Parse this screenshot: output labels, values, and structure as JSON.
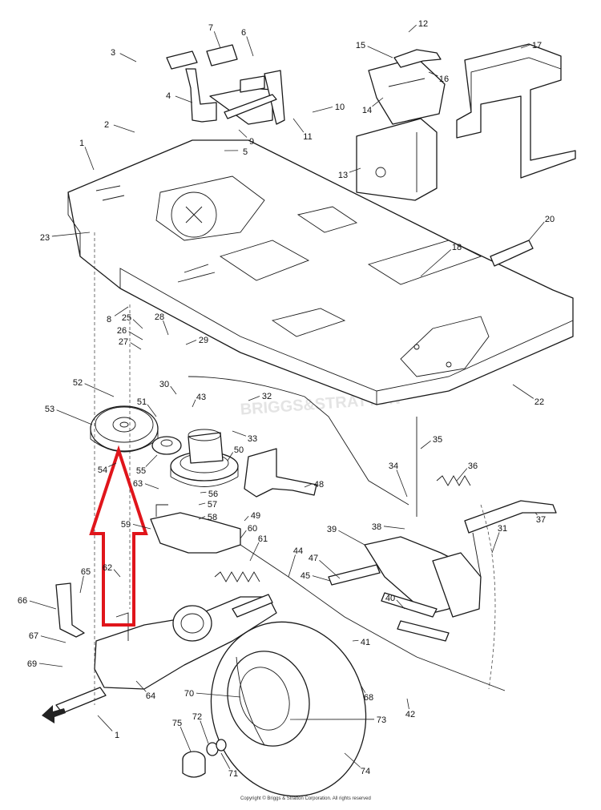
{
  "callouts": [
    "1",
    "2",
    "3",
    "4",
    "5",
    "6",
    "7",
    "8",
    "9",
    "10",
    "11",
    "12",
    "13",
    "14",
    "15",
    "16",
    "17",
    "18",
    "20",
    "22",
    "23",
    "25",
    "26",
    "27",
    "28",
    "29",
    "30",
    "31",
    "32",
    "33",
    "34",
    "35",
    "36",
    "37",
    "38",
    "39",
    "40",
    "41",
    "42",
    "43",
    "44",
    "45",
    "47",
    "48",
    "49",
    "50",
    "51",
    "52",
    "53",
    "54",
    "55",
    "56",
    "57",
    "58",
    "59",
    "60",
    "61",
    "62",
    "63",
    "64",
    "65",
    "66",
    "67",
    "68",
    "69",
    "70",
    "71",
    "72",
    "73",
    "74",
    "75"
  ],
  "copyright": "Copyright © Briggs & Stratton Corporation. All rights reserved",
  "watermark": "BRIGGS&STRATTON",
  "annotation": {
    "arrow_color": "#e0151b"
  }
}
